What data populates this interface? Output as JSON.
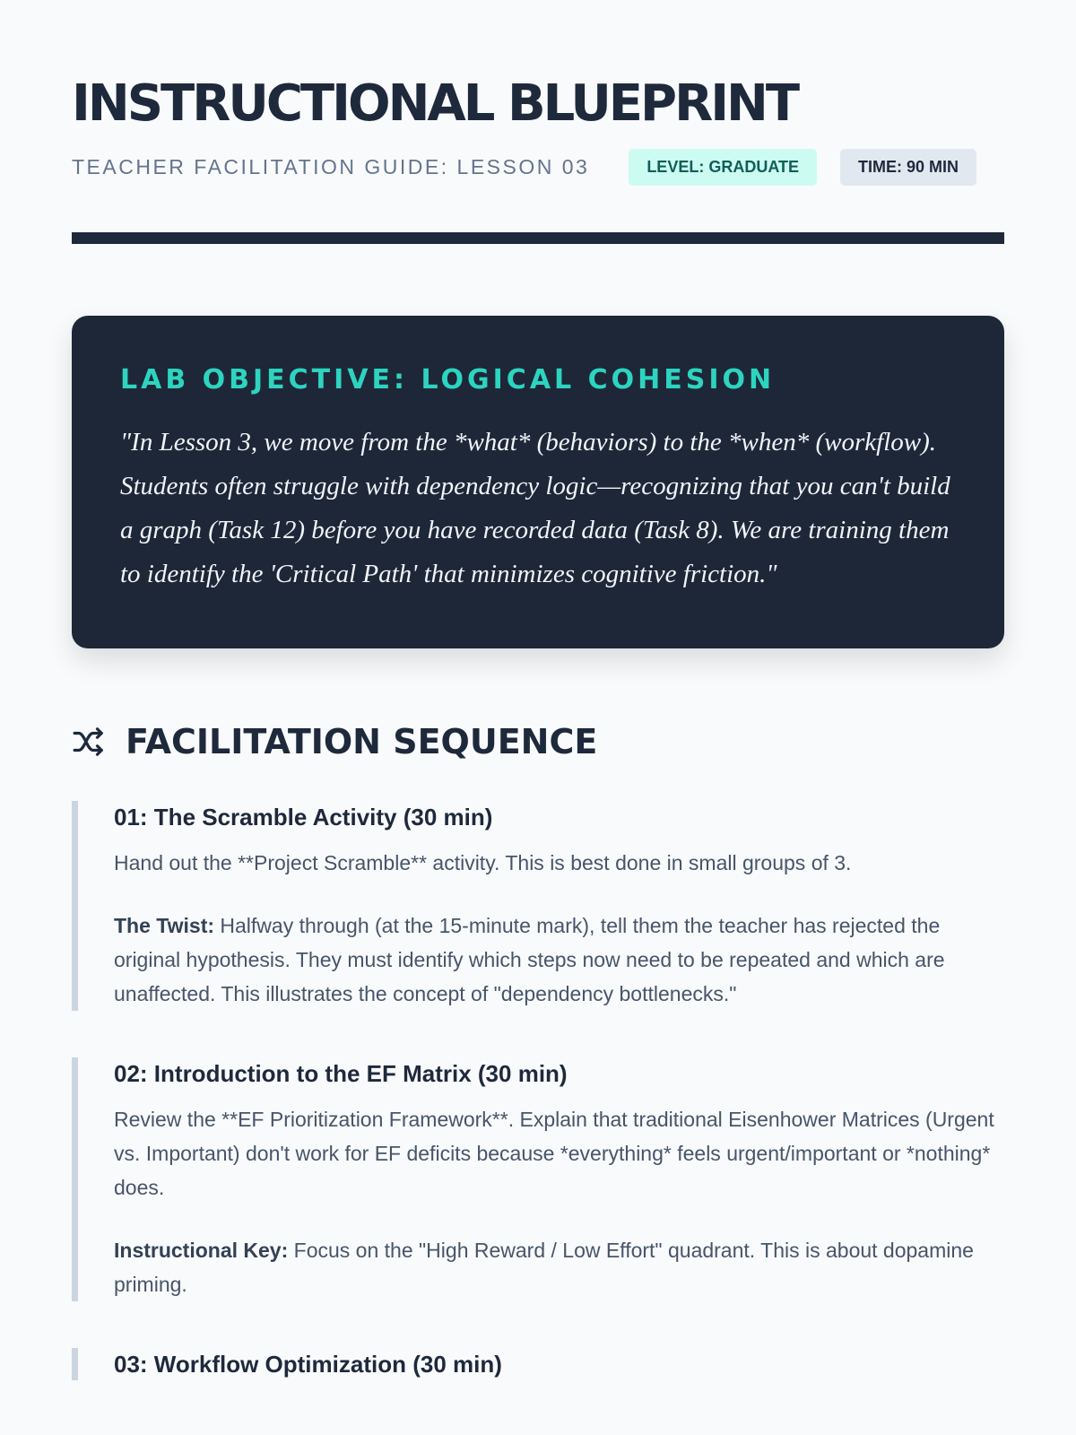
{
  "header": {
    "title": "INSTRUCTIONAL BLUEPRINT",
    "subtitle": "TEACHER FACILITATION GUIDE: LESSON 03",
    "level": "LEVEL: GRADUATE",
    "time": "TIME: 90 MIN"
  },
  "objective": {
    "title": "LAB OBJECTIVE: LOGICAL COHESION",
    "quote": "\"In Lesson 3, we move from the *what* (behaviors) to the *when* (workflow). Students often struggle with dependency logic—recognizing that you can't build a graph (Task 12) before you have recorded data (Task 8). We are training them to identify the 'Critical Path' that minimizes cognitive friction.\""
  },
  "sequence": {
    "icon": "shuffle-icon",
    "title": "FACILITATION SEQUENCE",
    "steps": [
      {
        "title": "01: The Scramble Activity (30 min)",
        "text": "Hand out the **Project Scramble** activity. This is best done in small groups of 3.",
        "key_label": "The Twist:",
        "key_text": " Halfway through (at the 15-minute mark), tell them the teacher has rejected the original hypothesis. They must identify which steps now need to be repeated and which are unaffected. This illustrates the concept of \"dependency bottlenecks.\""
      },
      {
        "title": "02: Introduction to the EF Matrix (30 min)",
        "text": "Review the **EF Prioritization Framework**. Explain that traditional Eisenhower Matrices (Urgent vs. Important) don't work for EF deficits because *everything* feels urgent/important or *nothing* does.",
        "key_label": "Instructional Key:",
        "key_text": " Focus on the \"High Reward / Low Effort\" quadrant. This is about dopamine priming."
      },
      {
        "title": "03: Workflow Optimization (30 min)"
      }
    ]
  }
}
